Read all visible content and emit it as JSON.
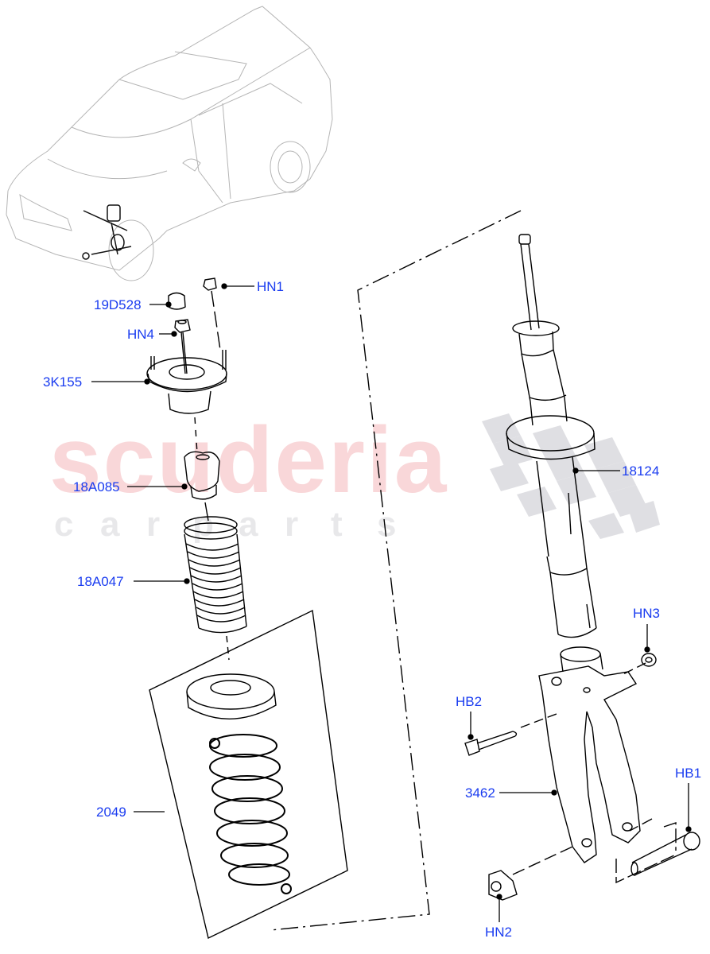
{
  "diagram": {
    "subject": "Front suspension strut assembly exploded view",
    "watermark": {
      "main": "scuderia",
      "sub": [
        "c",
        "a",
        "r",
        "p",
        "a",
        "r",
        "t",
        "s"
      ],
      "main_color": "#f9d7d9",
      "sub_color": "#e8e8ea",
      "flag_color": "#d9d9dd"
    },
    "callout_color": "#1a3cf0",
    "line_color": "#000000",
    "callouts": [
      {
        "id": "hn1",
        "label": "HN1"
      },
      {
        "id": "19d528",
        "label": "19D528"
      },
      {
        "id": "hn4",
        "label": "HN4"
      },
      {
        "id": "3k155",
        "label": "3K155"
      },
      {
        "id": "18a085",
        "label": "18A085"
      },
      {
        "id": "18a047",
        "label": "18A047"
      },
      {
        "id": "2049",
        "label": "2049"
      },
      {
        "id": "18124",
        "label": "18124"
      },
      {
        "id": "hn3",
        "label": "HN3"
      },
      {
        "id": "hb2",
        "label": "HB2"
      },
      {
        "id": "3462",
        "label": "3462"
      },
      {
        "id": "hb1",
        "label": "HB1"
      },
      {
        "id": "hn2",
        "label": "HN2"
      }
    ]
  }
}
